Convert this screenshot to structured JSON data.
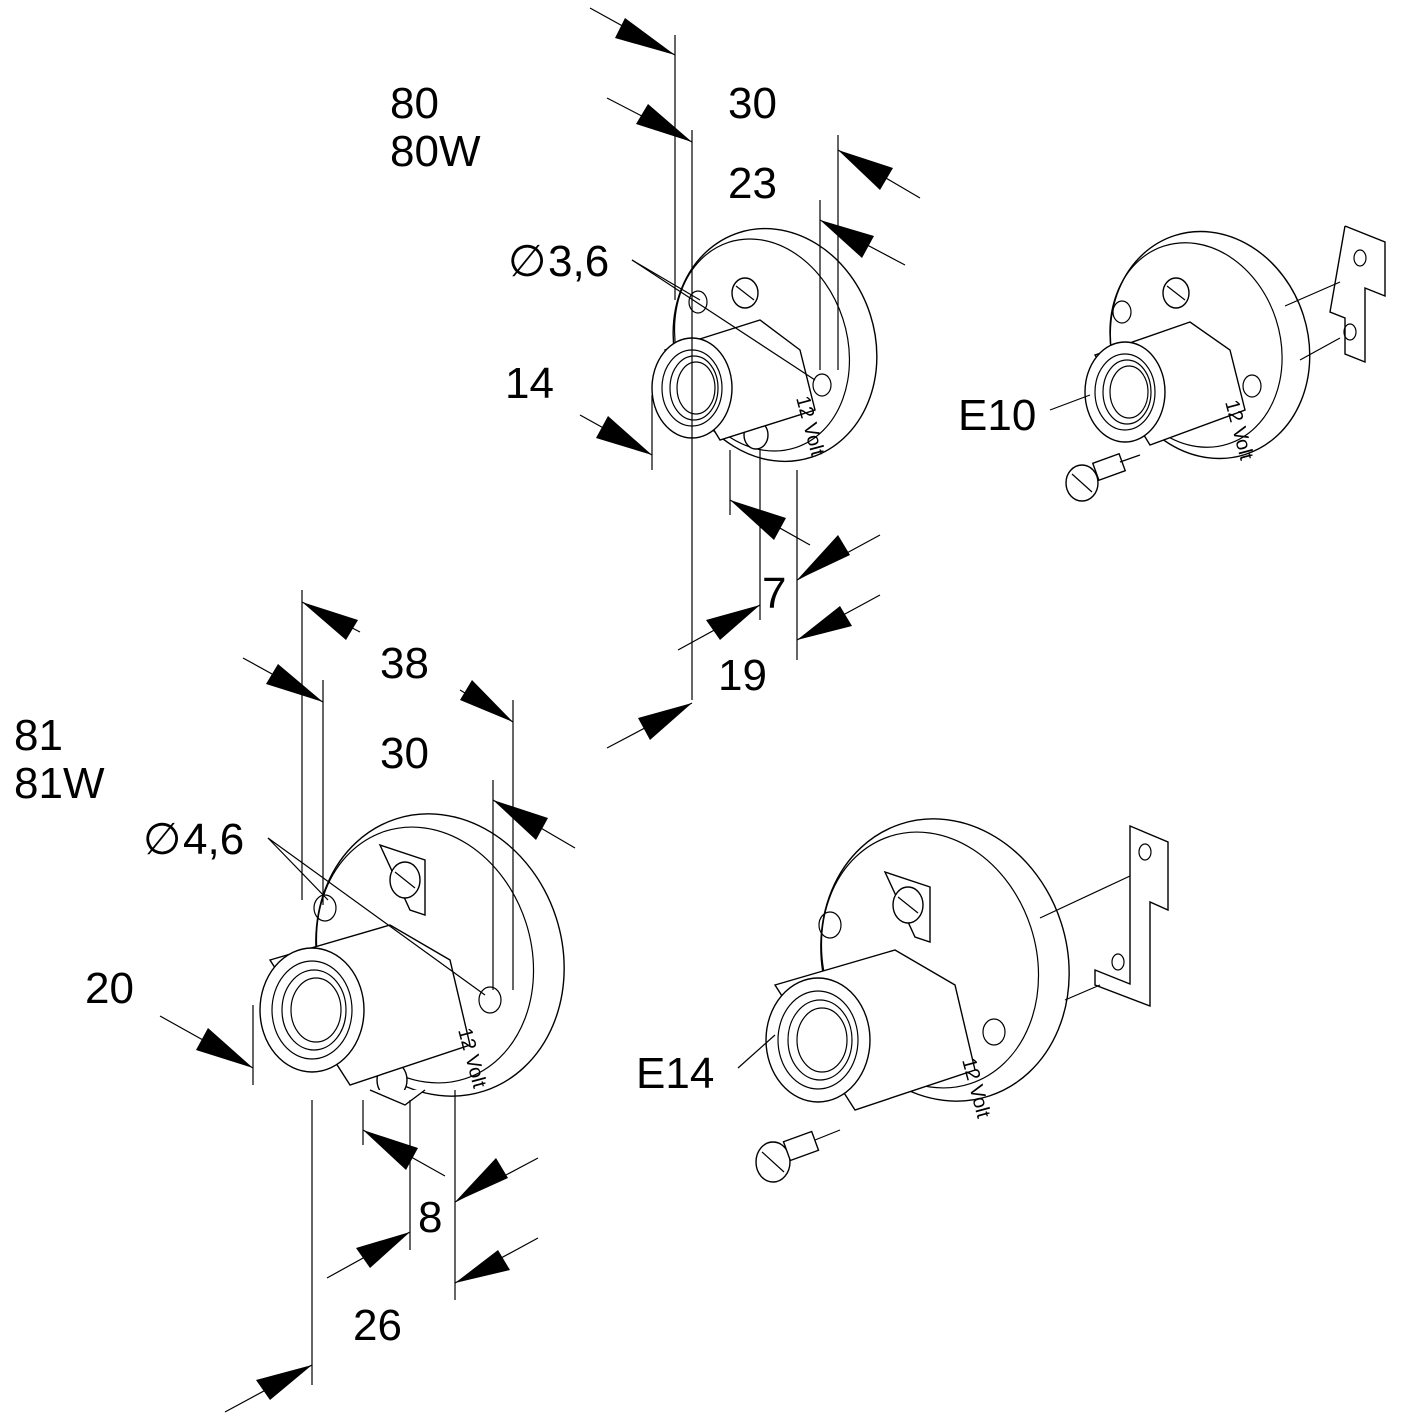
{
  "top_holder": {
    "model_line1": "80",
    "model_line2": "80W",
    "dim_30": "30",
    "dim_23": "23",
    "dim_hole": "3,6",
    "dim_14": "14",
    "dim_7": "7",
    "dim_19": "19",
    "thread": "E10",
    "voltage_mark": "12 Volt"
  },
  "bottom_holder": {
    "model_line1": "81",
    "model_line2": "81W",
    "dim_38": "38",
    "dim_30": "30",
    "dim_hole": "4,6",
    "dim_20": "20",
    "dim_8": "8",
    "dim_26": "26",
    "thread": "E14",
    "voltage_mark": "12 Volt"
  },
  "diameter_symbol": "∅"
}
